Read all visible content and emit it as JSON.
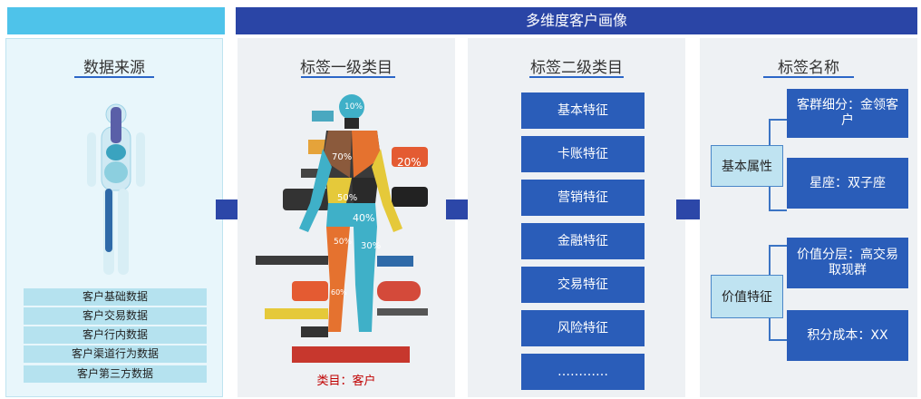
{
  "header": {
    "title": "多维度客户画像"
  },
  "columns": {
    "data_source": {
      "title": "数据来源",
      "items": [
        "客户基础数据",
        "客户交易数据",
        "客户行内数据",
        "客户渠道行为数据",
        "客户第三方数据"
      ]
    },
    "level1": {
      "title": "标签一级类目",
      "caption": "类目：客户",
      "figure_labels": [
        "10%",
        "70%",
        "20%",
        "50%",
        "40%",
        "50%",
        "30%",
        "60%"
      ]
    },
    "level2": {
      "title": "标签二级类目",
      "items": [
        "基本特征",
        "卡账特征",
        "营销特征",
        "金融特征",
        "交易特征",
        "风险特征",
        "…………"
      ]
    },
    "tag_names": {
      "title": "标签名称",
      "groups": [
        {
          "label": "基本属性",
          "items": [
            "客群细分：金领客户",
            "星座：双子座"
          ]
        },
        {
          "label": "价值特征",
          "items": [
            "价值分层：高交易取现群",
            "积分成本：XX"
          ]
        }
      ]
    }
  },
  "colors": {
    "accent": "#2a5db9",
    "header": "#2a45a6",
    "cyan": "#4ec3ea",
    "caption": "#c00000",
    "arrow": "#2c47a8"
  }
}
